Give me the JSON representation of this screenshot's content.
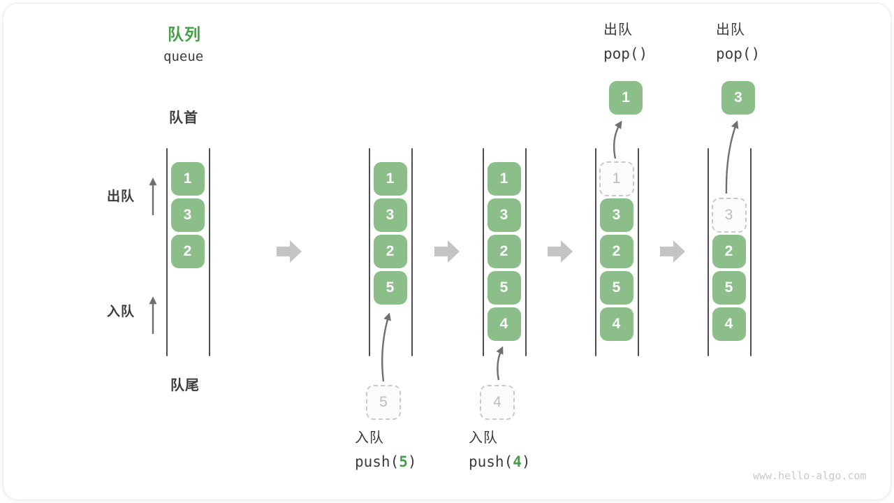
{
  "header": {
    "title_zh": "队列",
    "title_en": "queue"
  },
  "side_labels": {
    "front": "队首",
    "rear": "队尾",
    "dequeue": "出队",
    "enqueue": "入队"
  },
  "colors": {
    "accent_green": "#43A047",
    "box_green": "#8CBE8A",
    "dark_text": "#3C3C3C",
    "block_arrow_gray": "#C4C4C4",
    "thin_arrow_gray": "#6F6F6F",
    "dashed_border": "#C9C9C9",
    "dashed_text": "#BDBDBD"
  },
  "states": [
    {
      "name": "state-initial",
      "slots": [
        {
          "row": 0,
          "value": "1",
          "style": "solid"
        },
        {
          "row": 1,
          "value": "3",
          "style": "solid"
        },
        {
          "row": 2,
          "value": "2",
          "style": "solid"
        }
      ]
    },
    {
      "name": "state-after-push-5",
      "slots": [
        {
          "row": 0,
          "value": "1",
          "style": "solid"
        },
        {
          "row": 1,
          "value": "3",
          "style": "solid"
        },
        {
          "row": 2,
          "value": "2",
          "style": "solid"
        },
        {
          "row": 3,
          "value": "5",
          "style": "solid"
        }
      ],
      "incoming": {
        "value": "5"
      },
      "op": {
        "label": "入队",
        "code_prefix": "push(",
        "code_arg": "5",
        "code_suffix": ")",
        "position": "below"
      }
    },
    {
      "name": "state-after-push-4",
      "slots": [
        {
          "row": 0,
          "value": "1",
          "style": "solid"
        },
        {
          "row": 1,
          "value": "3",
          "style": "solid"
        },
        {
          "row": 2,
          "value": "2",
          "style": "solid"
        },
        {
          "row": 3,
          "value": "5",
          "style": "solid"
        },
        {
          "row": 4,
          "value": "4",
          "style": "solid"
        }
      ],
      "incoming": {
        "value": "4"
      },
      "op": {
        "label": "入队",
        "code_prefix": "push(",
        "code_arg": "4",
        "code_suffix": ")",
        "position": "below"
      }
    },
    {
      "name": "state-after-pop-1",
      "slots": [
        {
          "row": 0,
          "value": "1",
          "style": "dashed"
        },
        {
          "row": 1,
          "value": "3",
          "style": "solid"
        },
        {
          "row": 2,
          "value": "2",
          "style": "solid"
        },
        {
          "row": 3,
          "value": "5",
          "style": "solid"
        },
        {
          "row": 4,
          "value": "4",
          "style": "solid"
        }
      ],
      "outgoing": {
        "value": "1"
      },
      "op": {
        "label": "出队",
        "code_prefix": "pop()",
        "code_arg": "",
        "code_suffix": "",
        "position": "above"
      }
    },
    {
      "name": "state-after-pop-3",
      "slots": [
        {
          "row": 1,
          "value": "3",
          "style": "dashed"
        },
        {
          "row": 2,
          "value": "2",
          "style": "solid"
        },
        {
          "row": 3,
          "value": "5",
          "style": "solid"
        },
        {
          "row": 4,
          "value": "4",
          "style": "solid"
        }
      ],
      "outgoing": {
        "value": "3"
      },
      "op": {
        "label": "出队",
        "code_prefix": "pop()",
        "code_arg": "",
        "code_suffix": "",
        "position": "above"
      }
    }
  ],
  "watermark": "www.hello-algo.com"
}
